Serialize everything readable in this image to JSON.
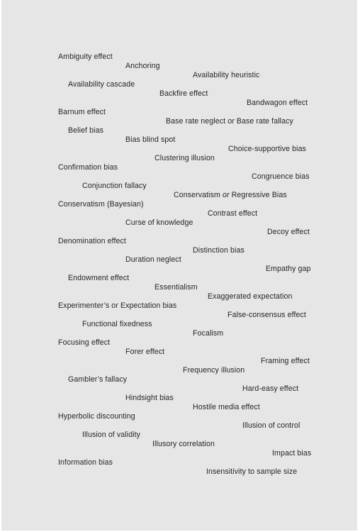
{
  "biases": [
    "Ambiguity effect",
    "Anchoring",
    "Availability heuristic",
    "Availability cascade",
    "Backfire effect",
    "Bandwagon effect",
    "Barnum effect",
    {
      "pre": "Base rate neglect ",
      "conj": "or",
      "post": " Base rate fallacy"
    },
    "Belief bias",
    "Bias blind spot",
    "Choice-supportive bias",
    "Clustering illusion",
    "Confirmation bias",
    "Congruence bias",
    "Conjunction fallacy",
    {
      "pre": "Conservatism ",
      "conj": "or",
      "post": " Regressive Bias"
    },
    "Conservatism (Bayesian)",
    "Contrast effect",
    "Curse of knowledge",
    "Decoy effect",
    "Denomination effect",
    "Distinction bias",
    "Duration neglect",
    "Empathy gap",
    "Endowment effect",
    "Essentialism",
    "Exaggerated expectation",
    "Experimenter’s or Expectation bias",
    "False-consensus effect",
    "Functional fixedness",
    "Focalism",
    "Focusing effect",
    "Forer effect",
    "Framing effect",
    "Frequency illusion",
    "Gambler’s fallacy",
    "Hard-easy effect",
    "Hindsight bias",
    "Hostile media effect",
    "Hyperbolic discounting",
    "Illusion of control",
    "Illusion of validity",
    "Illusory correlation",
    "Impact bias",
    "Information bias",
    "Insensitivity to sample size"
  ]
}
